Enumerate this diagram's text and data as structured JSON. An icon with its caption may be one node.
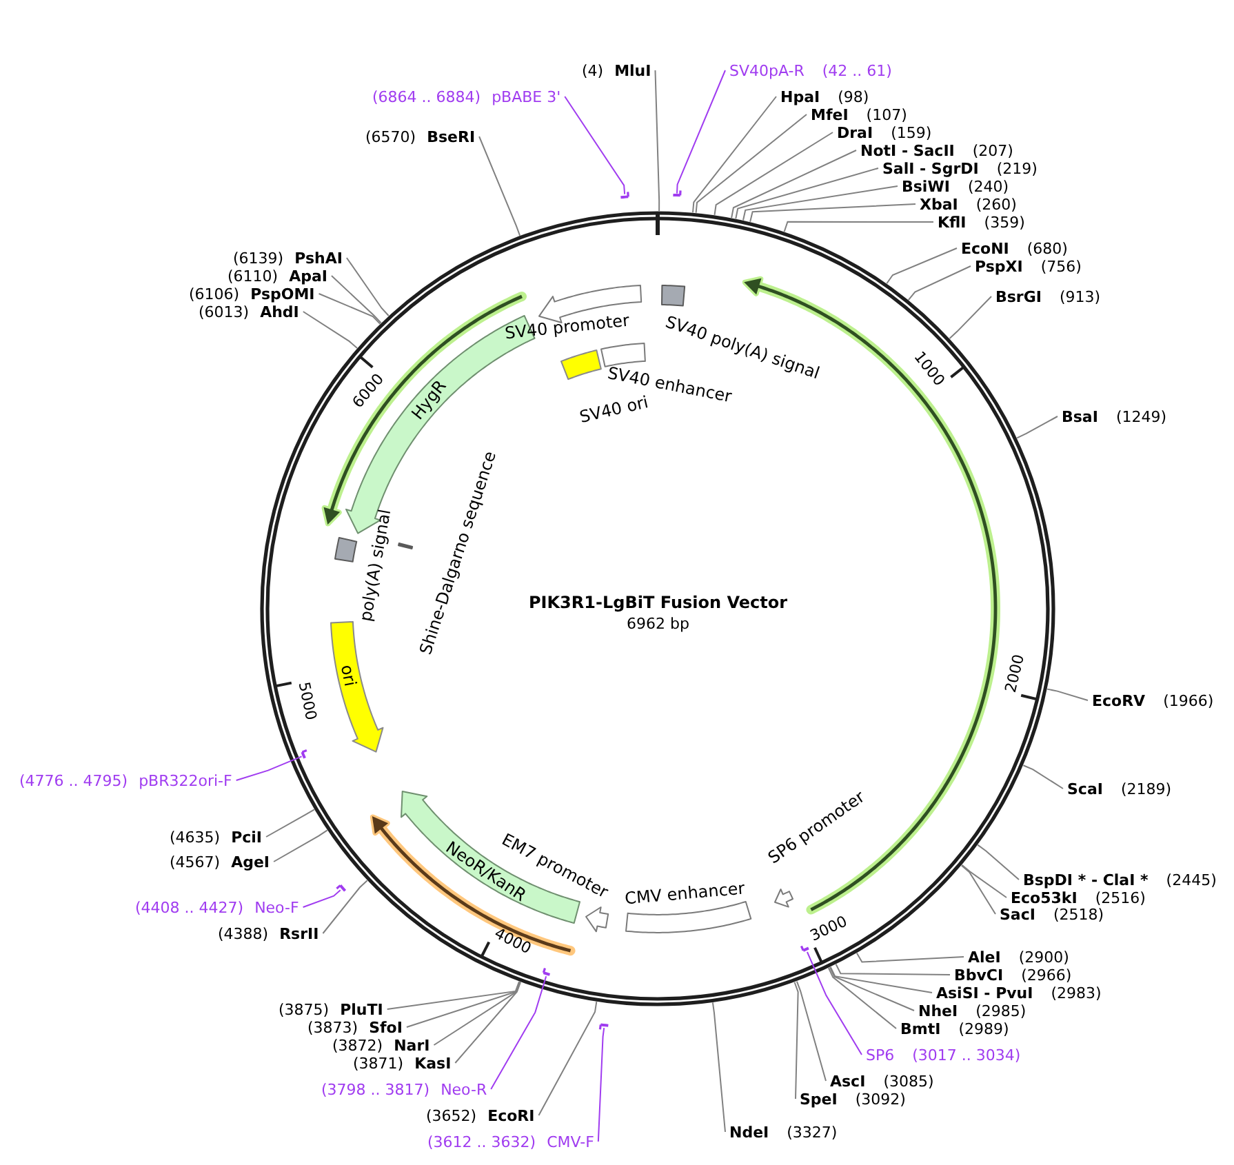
{
  "diagram": {
    "title": "PIK3R1-LgBiT Fusion Vector",
    "nodes": [
      {
        "text": [
          "(4)",
          "MluI"
        ]
      },
      {
        "text": [
          "SV40pA-R",
          "(42 .. 61)"
        ]
      },
      {
        "text": [],
        "shape": "bar"
      },
      {
        "text": [
          "HpaI",
          "(98)"
        ]
      },
      {
        "text": [
          "MfeI",
          "(107)"
        ]
      },
      {
        "text": [
          "DraI",
          "(159)"
        ]
      },
      {
        "text": [
          "NotI - SacII",
          "(207)"
        ]
      },
      {
        "text": [
          "SalI - SgrDI",
          "(219)"
        ]
      },
      {
        "text": [
          "BsiWI",
          "(240)"
        ]
      },
      {
        "text": [
          "XbaI",
          "(260)"
        ]
      },
      {
        "text": [
          "KflI",
          "(359)"
        ]
      },
      {
        "text": [
          "EcoNI",
          "(680)"
        ]
      },
      {
        "text": [
          "PspXI",
          "(756)"
        ]
      },
      {
        "text": [
          "BsrGI",
          "(913)"
        ]
      },
      {
        "text": [
          "BsaI",
          "(1249)"
        ]
      },
      {
        "text": [
          "EcoRV",
          "(1966)"
        ]
      },
      {
        "text": [
          "ScaI",
          "(2189)"
        ]
      },
      {
        "text": [
          "BspDI * - ClaI *",
          "(2445)"
        ]
      },
      {
        "text": [
          "Eco53kI",
          "(2516)"
        ]
      },
      {
        "text": [
          "SacI",
          "(2518)"
        ]
      },
      {
        "text": [
          "AleI",
          "(2900)"
        ]
      },
      {
        "text": [
          "BbvCI",
          "(2966)"
        ]
      },
      {
        "text": [
          "AsiSI - PvuI",
          "(2983)"
        ]
      },
      {
        "text": [
          "NheI",
          "(2985)"
        ]
      },
      {
        "text": [
          "BmtI",
          "(2989)"
        ]
      },
      {
        "text": [
          "SP6",
          "(3017 .. 3034)"
        ]
      },
      {
        "text": [],
        "shape": "bar"
      },
      {
        "text": [
          "AscI",
          "(3085)"
        ]
      },
      {
        "text": [
          "SpeI",
          "(3092)"
        ]
      },
      {
        "text": [
          "NdeI",
          "(3327)"
        ]
      },
      {
        "text": [
          "(3652)",
          "EcoRI"
        ]
      },
      {
        "text": [
          "(3612 .. 3632)",
          "CMV-F"
        ]
      },
      {
        "text": [],
        "shape": "bar"
      },
      {
        "text": [
          "(3798 .. 3817)",
          "Neo-R"
        ]
      },
      {
        "text": [],
        "shape": "bar"
      },
      {
        "text": [
          "(3871)",
          "KasI"
        ]
      },
      {
        "text": [
          "(3872)",
          "NarI"
        ]
      },
      {
        "text": [
          "(3873)",
          "SfoI"
        ]
      },
      {
        "text": [
          "(3875)",
          "PluTI"
        ]
      },
      {
        "text": [
          "(4388)",
          "RsrII"
        ]
      },
      {
        "text": [
          "(4408 .. 4427)",
          "Neo-F"
        ]
      },
      {
        "text": [],
        "shape": "bar"
      },
      {
        "text": [
          "(4567)",
          "AgeI"
        ]
      },
      {
        "text": [
          "(4635)",
          "PciI"
        ]
      },
      {
        "text": [
          "(4776 .. 4795)",
          "pBR322ori-F"
        ]
      },
      {
        "text": [],
        "shape": "bar"
      },
      {
        "text": [
          "(6013)",
          "AhdI"
        ]
      },
      {
        "text": [
          "(6106)",
          "PspOMI"
        ]
      },
      {
        "text": [
          "(6110)",
          "ApaI"
        ]
      },
      {
        "text": [
          "(6139)",
          "PshAI"
        ]
      },
      {
        "text": [
          "(6570)",
          "BseRI"
        ]
      },
      {
        "text": [
          "(6864 .. 6884)",
          "pBABE 3'"
        ]
      },
      {
        "text": [],
        "shape": "bar"
      },
      {
        "text": [
          "SV40 promoter"
        ]
      },
      {
        "text": [
          "SV40 poly(A) signal"
        ]
      },
      {
        "text": [
          "SV40 enhancer"
        ]
      },
      {
        "text": [
          "SV40 ori"
        ]
      },
      {
        "text": [
          "HygR"
        ]
      },
      {
        "text": [
          "poly(A) signal"
        ]
      },
      {
        "text": [
          "Shine-Dalgarno sequence"
        ]
      },
      {
        "text": [
          "ori"
        ]
      },
      {
        "text": [
          "NeoR/KanR"
        ]
      },
      {
        "text": [
          "EM7 promoter"
        ]
      },
      {
        "text": [
          "CMV enhancer"
        ]
      },
      {
        "text": [
          "SP6 promoter"
        ]
      }
    ],
    "edges": [
      {
        "from": 0,
        "to": null,
        "arrow": "none"
      },
      {
        "from": 1,
        "to": 2,
        "arrow": "none",
        "color": "#a03cf0"
      },
      {
        "from": 3,
        "to": null,
        "arrow": "none"
      },
      {
        "from": 4,
        "to": null,
        "arrow": "none"
      },
      {
        "from": 5,
        "to": null,
        "arrow": "none"
      },
      {
        "from": 6,
        "to": null,
        "arrow": "none"
      },
      {
        "from": 7,
        "to": null,
        "arrow": "none"
      },
      {
        "from": 8,
        "to": null,
        "arrow": "none"
      },
      {
        "from": 9,
        "to": null,
        "arrow": "none"
      },
      {
        "from": 10,
        "to": null,
        "arrow": "none"
      },
      {
        "from": 11,
        "to": null,
        "arrow": "none"
      },
      {
        "from": 12,
        "to": null,
        "arrow": "none"
      },
      {
        "from": 13,
        "to": null,
        "arrow": "none"
      },
      {
        "from": 14,
        "to": null,
        "arrow": "none"
      },
      {
        "from": 15,
        "to": null,
        "arrow": "none"
      },
      {
        "from": 16,
        "to": null,
        "arrow": "none"
      },
      {
        "from": 17,
        "to": null,
        "arrow": "none"
      },
      {
        "from": 18,
        "to": null,
        "arrow": "none"
      },
      {
        "from": 19,
        "to": null,
        "arrow": "none"
      },
      {
        "from": 20,
        "to": null,
        "arrow": "none"
      },
      {
        "from": 21,
        "to": null,
        "arrow": "none"
      },
      {
        "from": 22,
        "to": null,
        "arrow": "none"
      },
      {
        "from": 23,
        "to": null,
        "arrow": "none"
      },
      {
        "from": 24,
        "to": null,
        "arrow": "none"
      },
      {
        "from": 25,
        "to": 26,
        "arrow": "none",
        "color": "#a03cf0"
      },
      {
        "from": 27,
        "to": null,
        "arrow": "none"
      },
      {
        "from": 28,
        "to": null,
        "arrow": "none"
      },
      {
        "from": 29,
        "to": null,
        "arrow": "none"
      },
      {
        "from": 30,
        "to": null,
        "arrow": "none"
      },
      {
        "from": 31,
        "to": 32,
        "arrow": "none",
        "color": "#a03cf0"
      },
      {
        "from": 33,
        "to": 34,
        "arrow": "none",
        "color": "#a03cf0"
      },
      {
        "from": 35,
        "to": null,
        "arrow": "none"
      },
      {
        "from": 36,
        "to": null,
        "arrow": "none"
      },
      {
        "from": 37,
        "to": null,
        "arrow": "none"
      },
      {
        "from": 38,
        "to": null,
        "arrow": "none"
      },
      {
        "from": 39,
        "to": null,
        "arrow": "none"
      },
      {
        "from": 40,
        "to": 41,
        "arrow": "none",
        "color": "#a03cf0"
      },
      {
        "from": 42,
        "to": null,
        "arrow": "none"
      },
      {
        "from": 43,
        "to": null,
        "arrow": "none"
      },
      {
        "from": 44,
        "to": 45,
        "arrow": "none",
        "color": "#a03cf0"
      },
      {
        "from": 46,
        "to": null,
        "arrow": "none"
      },
      {
        "from": 47,
        "to": null,
        "arrow": "none"
      },
      {
        "from": 48,
        "to": null,
        "arrow": "none"
      },
      {
        "from": 49,
        "to": null,
        "arrow": "none"
      },
      {
        "from": 50,
        "to": null,
        "arrow": "none"
      },
      {
        "from": 51,
        "to": 52,
        "arrow": "none",
        "color": "#a03cf0"
      }
    ],
    "labels": [
      "6962 bp",
      "1000",
      "2000",
      "3000",
      "4000",
      "5000",
      "6000"
    ]
  }
}
